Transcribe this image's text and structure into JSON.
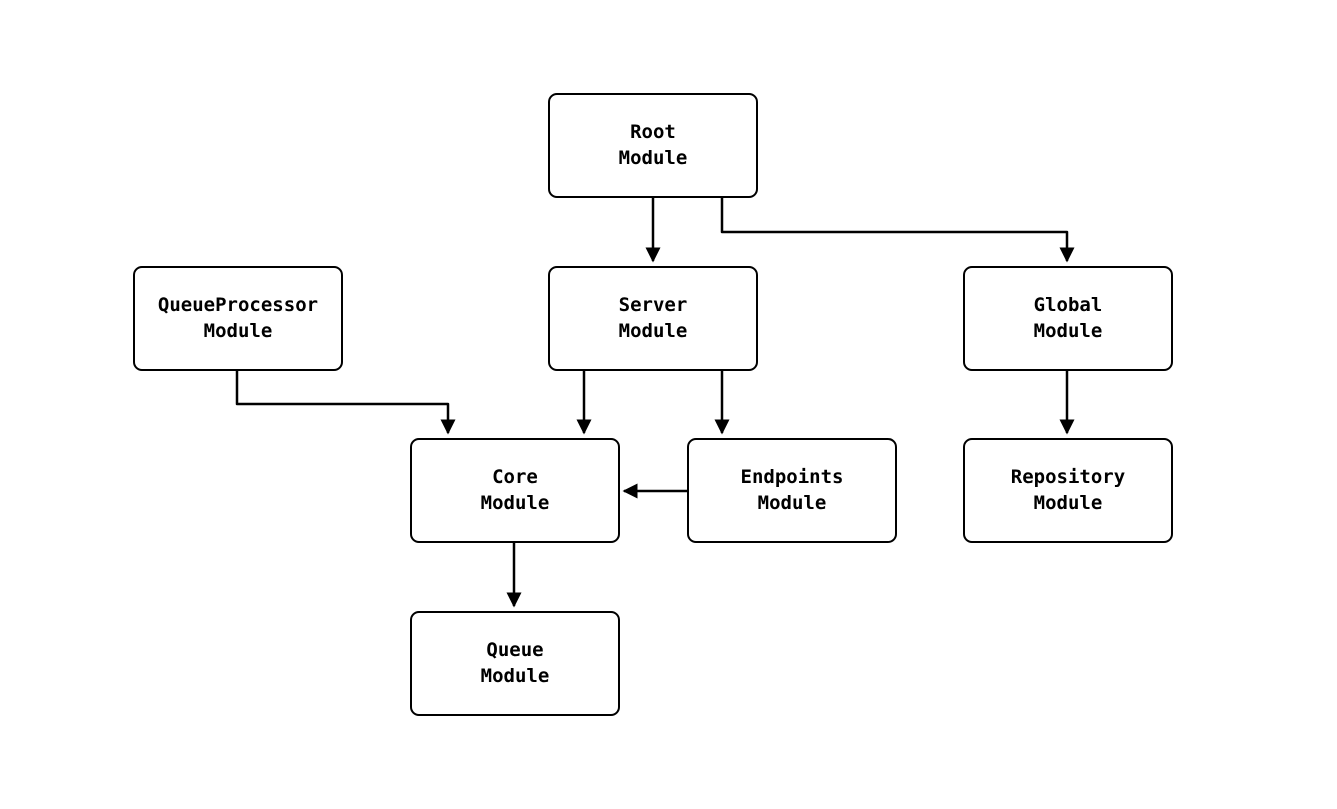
{
  "diagram": {
    "type": "flowchart",
    "background": "#ffffff",
    "node_fill": "#ffffff",
    "node_border_color": "#000000",
    "edge_color": "#000000",
    "nodes": {
      "root": {
        "label": "Root\nModule"
      },
      "server": {
        "label": "Server\nModule"
      },
      "global": {
        "label": "Global\nModule"
      },
      "queueprocessor": {
        "label": "QueueProcessor\nModule"
      },
      "core": {
        "label": "Core\nModule"
      },
      "endpoints": {
        "label": "Endpoints\nModule"
      },
      "repository": {
        "label": "Repository\nModule"
      },
      "queue": {
        "label": "Queue\nModule"
      }
    },
    "edges": [
      {
        "from": "Root Module",
        "to": "Server Module"
      },
      {
        "from": "Root Module",
        "to": "Global Module"
      },
      {
        "from": "QueueProcessor Module",
        "to": "Core Module"
      },
      {
        "from": "Server Module",
        "to": "Core Module"
      },
      {
        "from": "Server Module",
        "to": "Endpoints Module"
      },
      {
        "from": "Endpoints Module",
        "to": "Core Module"
      },
      {
        "from": "Global Module",
        "to": "Repository Module"
      },
      {
        "from": "Core Module",
        "to": "Queue Module"
      }
    ]
  }
}
